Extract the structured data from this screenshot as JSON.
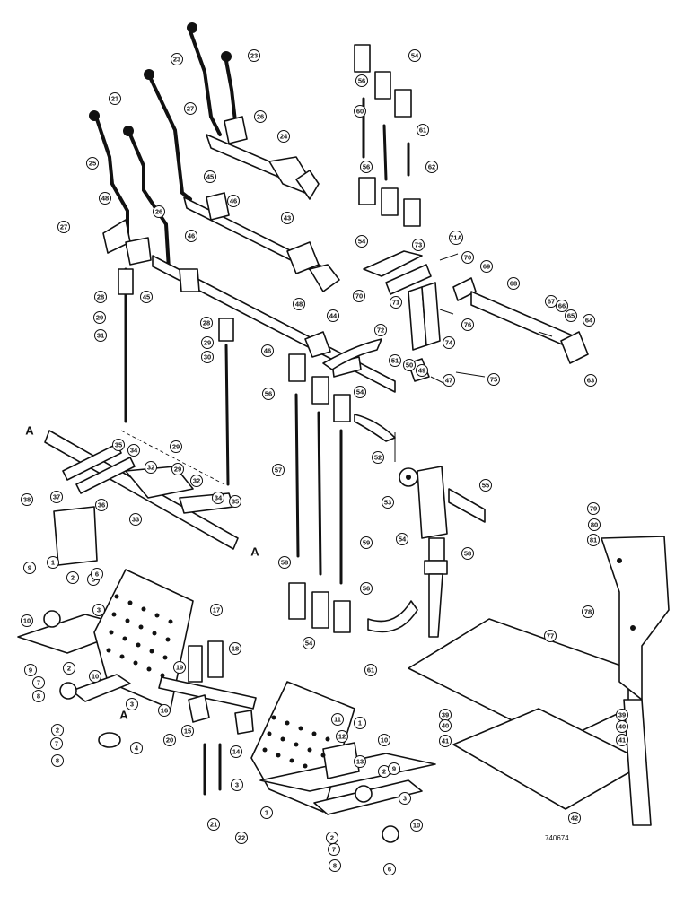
{
  "drawing_number": "740674",
  "section_marker": "A",
  "callouts": [
    "1",
    "2",
    "3",
    "4",
    "5",
    "6",
    "7",
    "8",
    "9",
    "10",
    "11",
    "12",
    "13",
    "14",
    "15",
    "16",
    "17",
    "18",
    "19",
    "20",
    "21",
    "22",
    "23",
    "24",
    "25",
    "26",
    "27",
    "28",
    "29",
    "30",
    "31",
    "32",
    "33",
    "34",
    "35",
    "36",
    "37",
    "38",
    "39",
    "40",
    "41",
    "42",
    "43",
    "44",
    "45",
    "46",
    "47",
    "48",
    "49",
    "50",
    "51",
    "52",
    "53",
    "54",
    "55",
    "56",
    "57",
    "58",
    "59",
    "60",
    "61",
    "62",
    "63",
    "64",
    "65",
    "66",
    "67",
    "68",
    "69",
    "70",
    "71",
    "71A",
    "72",
    "73",
    "74",
    "75",
    "76",
    "77",
    "78",
    "79",
    "80",
    "81"
  ]
}
